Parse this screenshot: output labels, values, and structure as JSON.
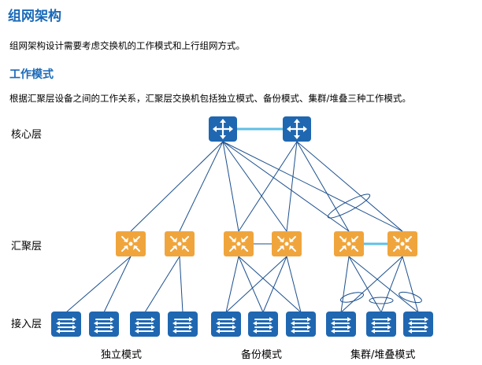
{
  "heading": "组网架构",
  "intro": "组网架构设计需要考虑交换机的工作模式和上行组网方式。",
  "subheading": "工作模式",
  "description": "根据汇聚层设备之间的工作关系，汇聚层交换机包括独立模式、备份模式、集群/堆叠三种工作模式。",
  "layers": {
    "core": "核心层",
    "aggregation": "汇聚层",
    "access": "接入层"
  },
  "modes": {
    "independent": "独立模式",
    "backup": "备份模式",
    "cluster": "集群/堆叠模式"
  },
  "colors": {
    "switch_blue": "#1f67b1",
    "agg_orange": "#f0a53c",
    "link_line": "#1b4f8e",
    "stack_link": "#5fbfe6",
    "heading_blue": "#1a6ab8"
  }
}
